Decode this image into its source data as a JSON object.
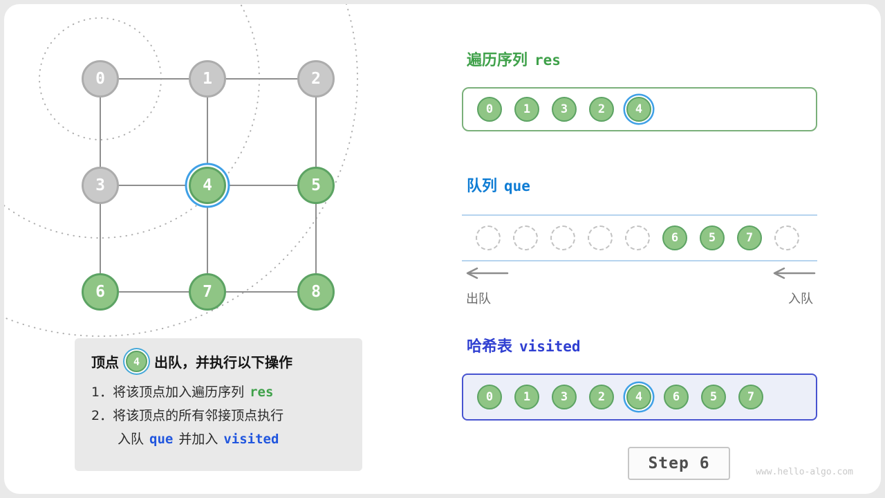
{
  "page": {
    "step_label": "Step 6",
    "watermark": "www.hello-algo.com"
  },
  "graph": {
    "nodes": [
      {
        "label": "0",
        "state": "gray"
      },
      {
        "label": "1",
        "state": "gray"
      },
      {
        "label": "2",
        "state": "gray"
      },
      {
        "label": "3",
        "state": "gray"
      },
      {
        "label": "4",
        "state": "current"
      },
      {
        "label": "5",
        "state": "green"
      },
      {
        "label": "6",
        "state": "green"
      },
      {
        "label": "7",
        "state": "green"
      },
      {
        "label": "8",
        "state": "green"
      }
    ],
    "edges": [
      [
        0,
        1
      ],
      [
        1,
        2
      ],
      [
        3,
        4
      ],
      [
        4,
        5
      ],
      [
        6,
        7
      ],
      [
        7,
        8
      ],
      [
        0,
        3
      ],
      [
        3,
        6
      ],
      [
        1,
        4
      ],
      [
        4,
        7
      ],
      [
        2,
        5
      ],
      [
        5,
        8
      ]
    ]
  },
  "info_box": {
    "title_prefix": "顶点",
    "title_node": "4",
    "title_suffix": "出队，并执行以下操作",
    "step1_text": "1．将该顶点加入遍历序列",
    "step1_code": "res",
    "step2_text": "2．将该顶点的所有邻接顶点执行",
    "step2_cont_pre": "入队",
    "step2_code1": "que",
    "step2_cont_mid": "并加入",
    "step2_code2": "visited"
  },
  "res_panel": {
    "title_zh": "遍历序列",
    "title_code": "res",
    "items": [
      "0",
      "1",
      "3",
      "2",
      "4"
    ],
    "highlight_index": 4
  },
  "queue_panel": {
    "title_zh": "队列",
    "title_code": "que",
    "slots": [
      "",
      "",
      "",
      "",
      "",
      "6",
      "5",
      "7",
      ""
    ],
    "dequeue_label": "出队",
    "enqueue_label": "入队"
  },
  "visited_panel": {
    "title_zh": "哈希表",
    "title_code": "visited",
    "items": [
      "0",
      "1",
      "3",
      "2",
      "4",
      "6",
      "5",
      "7"
    ],
    "highlight_index": 4
  },
  "colors": {
    "node_green_fill": "#8fc585",
    "node_green_border": "#5ca363",
    "node_gray_fill": "#c9c9c9",
    "node_gray_border": "#acacac",
    "highlight_ring": "#3fa0e6",
    "res_accent": "#3fa14a",
    "que_accent": "#0e7cd4",
    "visited_accent": "#2f3fd1"
  }
}
